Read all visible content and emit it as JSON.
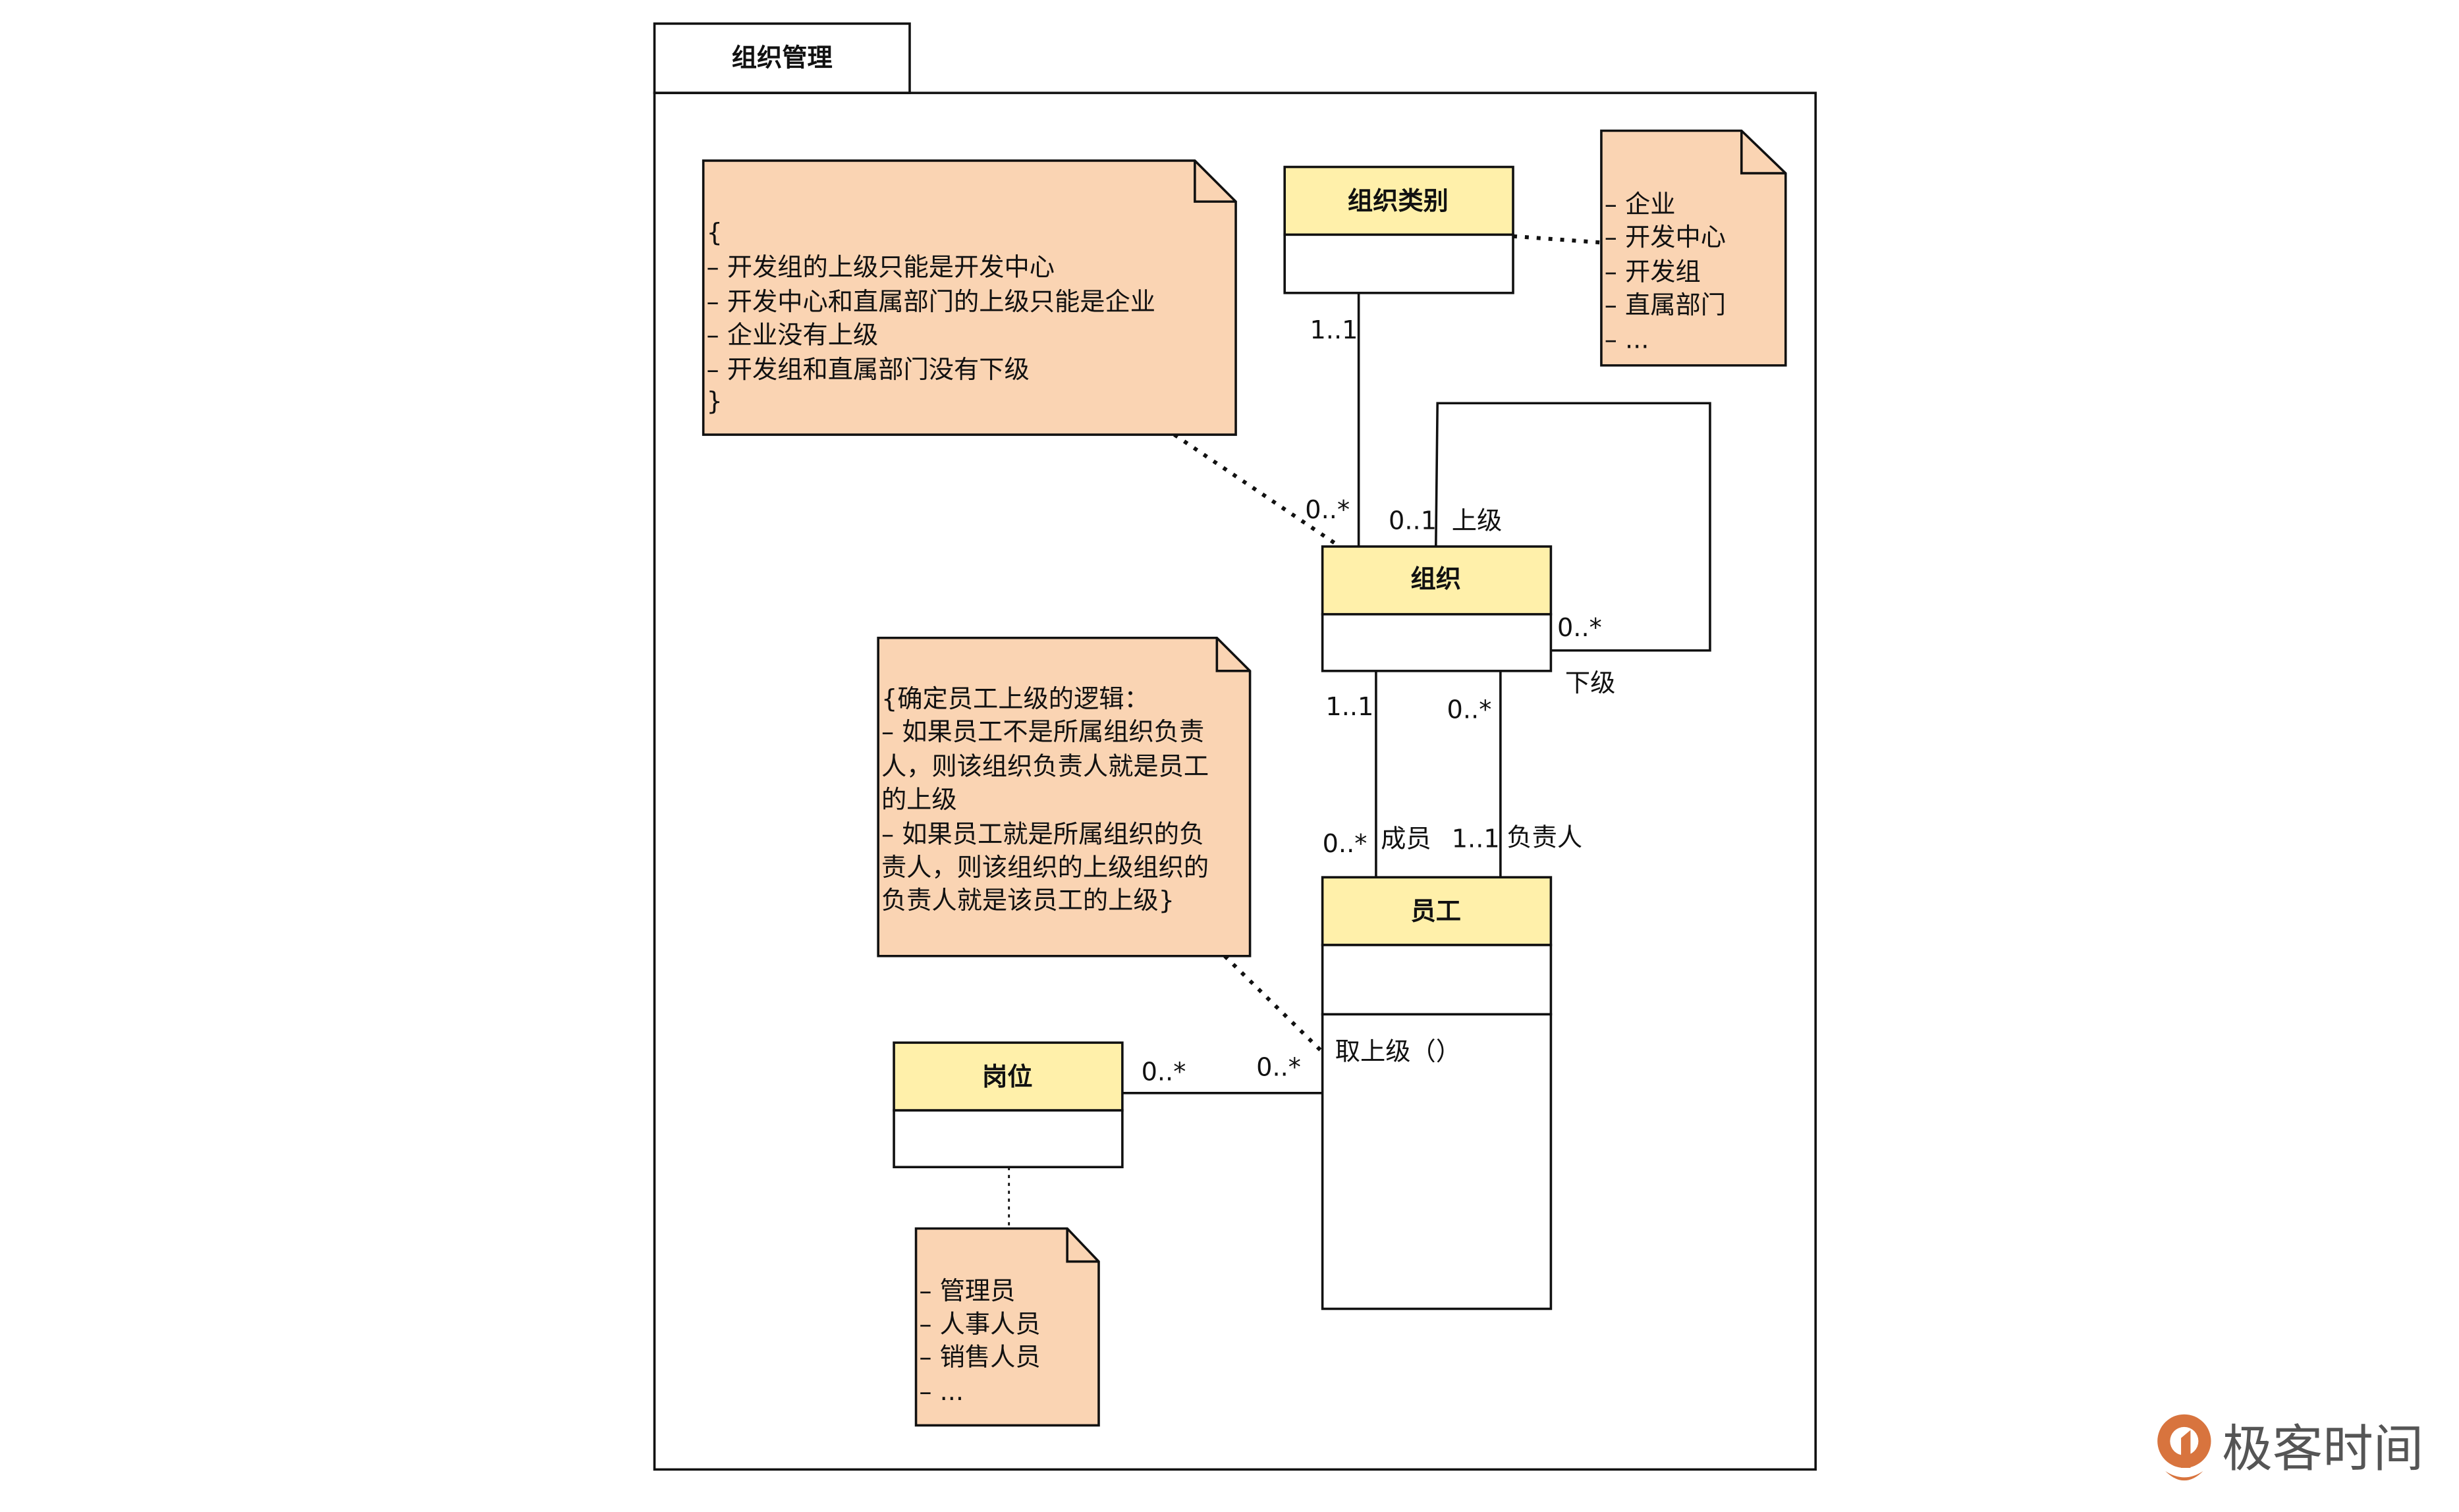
{
  "package": {
    "title": "组织管理"
  },
  "colors": {
    "class_header": "#FFF0AA",
    "note_fill": "#FAD4B3",
    "line": "#111111",
    "logo_orange": "#D8743E",
    "logo_text": "#555555"
  },
  "classes": {
    "org_type": {
      "name": "组织类别",
      "operations": []
    },
    "org": {
      "name": "组织",
      "operations": []
    },
    "employee": {
      "name": "员工",
      "operations": [
        "取上级（）"
      ]
    },
    "position": {
      "name": "岗位",
      "operations": []
    }
  },
  "notes": {
    "org_rules": {
      "lines": [
        "{",
        "– 开发组的上级只能是开发中心",
        "– 开发中心和直属部门的上级只能是企业",
        "– 企业没有上级",
        "– 开发组和直属部门没有下级",
        "}"
      ]
    },
    "org_type_values": {
      "lines": [
        "– 企业",
        "– 开发中心",
        "– 开发组",
        "– 直属部门",
        "– ..."
      ]
    },
    "supervisor_logic": {
      "lines": [
        "{确定员工上级的逻辑：",
        "– 如果员工不是所属组织负责",
        "人，则该组织负责人就是员工",
        "的上级",
        "– 如果员工就是所属组织的负",
        "责人，则该组织的上级组织的",
        "负责人就是该员工的上级}"
      ]
    },
    "position_values": {
      "lines": [
        "– 管理员",
        "– 人事人员",
        "– 销售人员",
        "– ..."
      ]
    }
  },
  "associations": {
    "org_type_org": {
      "type_end": "1..1",
      "org_end": "0..*"
    },
    "org_self": {
      "parent_mult": "0..1",
      "parent_role": "上级",
      "child_mult": "0..*",
      "child_role": "下级"
    },
    "org_members": {
      "org_end": "1..1",
      "employee_end": "0..*",
      "employee_role": "成员"
    },
    "org_leader": {
      "org_end": "0..*",
      "employee_end": "1..1",
      "employee_role": "负责人"
    },
    "position_employee": {
      "position_end": "0..*",
      "employee_end": "0..*"
    }
  },
  "logo": {
    "text": "极客时间"
  }
}
